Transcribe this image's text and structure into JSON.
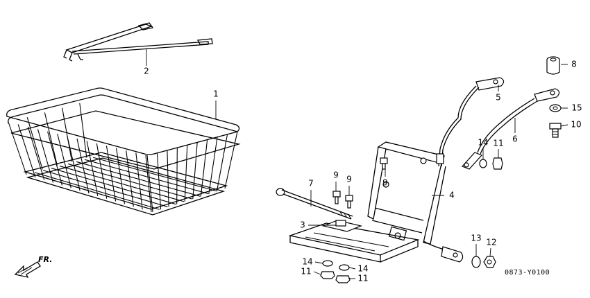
{
  "diagram": {
    "callouts": [
      {
        "id": "c1",
        "text": "1"
      },
      {
        "id": "c2",
        "text": "2"
      },
      {
        "id": "c3",
        "text": "3"
      },
      {
        "id": "c4",
        "text": "4"
      },
      {
        "id": "c5",
        "text": "5"
      },
      {
        "id": "c6",
        "text": "6"
      },
      {
        "id": "c7",
        "text": "7"
      },
      {
        "id": "c8",
        "text": "8"
      },
      {
        "id": "c9a",
        "text": "9"
      },
      {
        "id": "c9b",
        "text": "9"
      },
      {
        "id": "c9c",
        "text": "9"
      },
      {
        "id": "c10",
        "text": "10"
      },
      {
        "id": "c11a",
        "text": "11"
      },
      {
        "id": "c11b",
        "text": "11"
      },
      {
        "id": "c11c",
        "text": "11"
      },
      {
        "id": "c12",
        "text": "12"
      },
      {
        "id": "c13",
        "text": "13"
      },
      {
        "id": "c14a",
        "text": "14"
      },
      {
        "id": "c14b",
        "text": "14"
      },
      {
        "id": "c14c",
        "text": "14"
      },
      {
        "id": "c15",
        "text": "15"
      }
    ],
    "direction_label": "FR.",
    "diagram_code": "0873-Y0100"
  }
}
